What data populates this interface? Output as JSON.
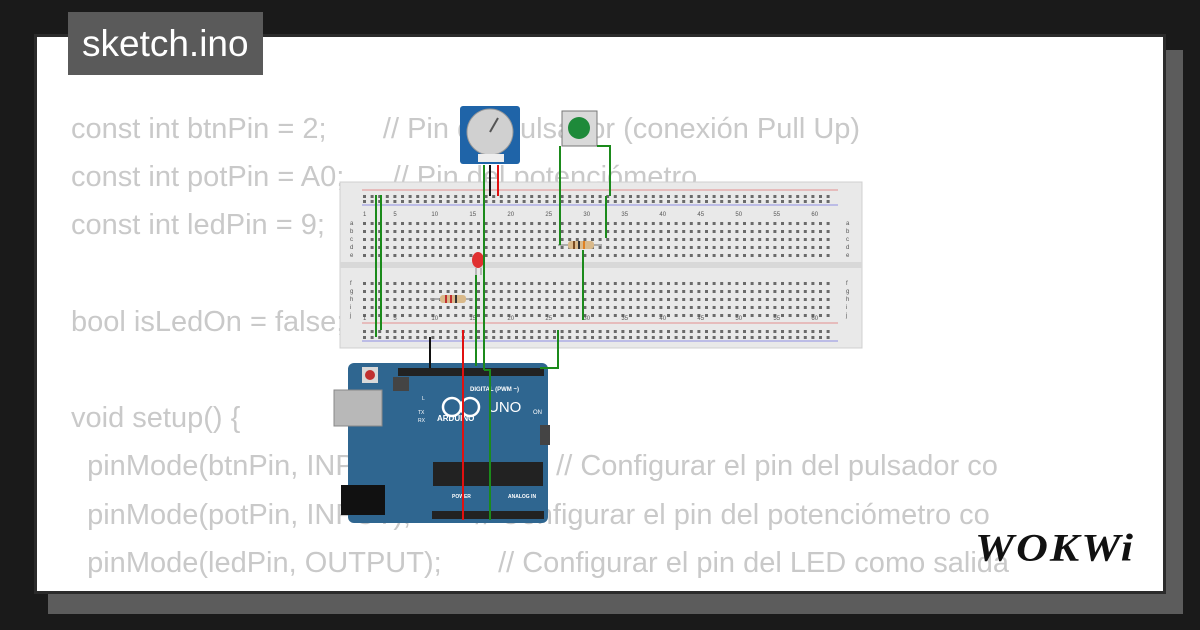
{
  "title": "sketch.ino",
  "brand": "WOKWi",
  "code_lines": [
    "const int btnPin = 2;       // Pin del pulsador (conexión Pull Up)",
    "const int potPin = A0;      // Pin del potenciómetro",
    "const int ledPin = 9;",
    "",
    "bool isLedOn = false;",
    "",
    "void setup() {",
    "  pinMode(btnPin, INPUT_PULLUP);  // Configurar el pin del pulsador co",
    "  pinMode(potPin, INPUT);        // Configurar el pin del potenciómetro co",
    "  pinMode(ledPin, OUTPUT);       // Configurar el pin del LED como salida",
    "}"
  ],
  "breadboard_numbers": [
    "1",
    "5",
    "10",
    "15",
    "20",
    "25",
    "30",
    "35",
    "40",
    "45",
    "50",
    "55",
    "60"
  ],
  "breadboard_rows_top": [
    "a",
    "b",
    "c",
    "d",
    "e"
  ],
  "breadboard_rows_bottom": [
    "f",
    "g",
    "h",
    "i",
    "j"
  ],
  "arduino": {
    "brand": "ARDUINO",
    "model": "UNO",
    "digital_label": "DIGITAL (PWM ~)",
    "power_label": "POWER",
    "analog_label": "ANALOG IN",
    "on_label": "ON",
    "tx_label": "TX",
    "rx_label": "RX",
    "l_label": "L"
  },
  "colors": {
    "background": "#1a1a1a",
    "card": "#ffffff",
    "code_text": "#c9c9c9",
    "title_bg": "#5a5a5a",
    "arduino": "#2f6690",
    "potentiometer": "#1f64a8",
    "button_cap": "#1e8a3a",
    "led": "#e03030",
    "wire_green": "#1b8a1b",
    "wire_red": "#e01010",
    "wire_black": "#111111"
  }
}
